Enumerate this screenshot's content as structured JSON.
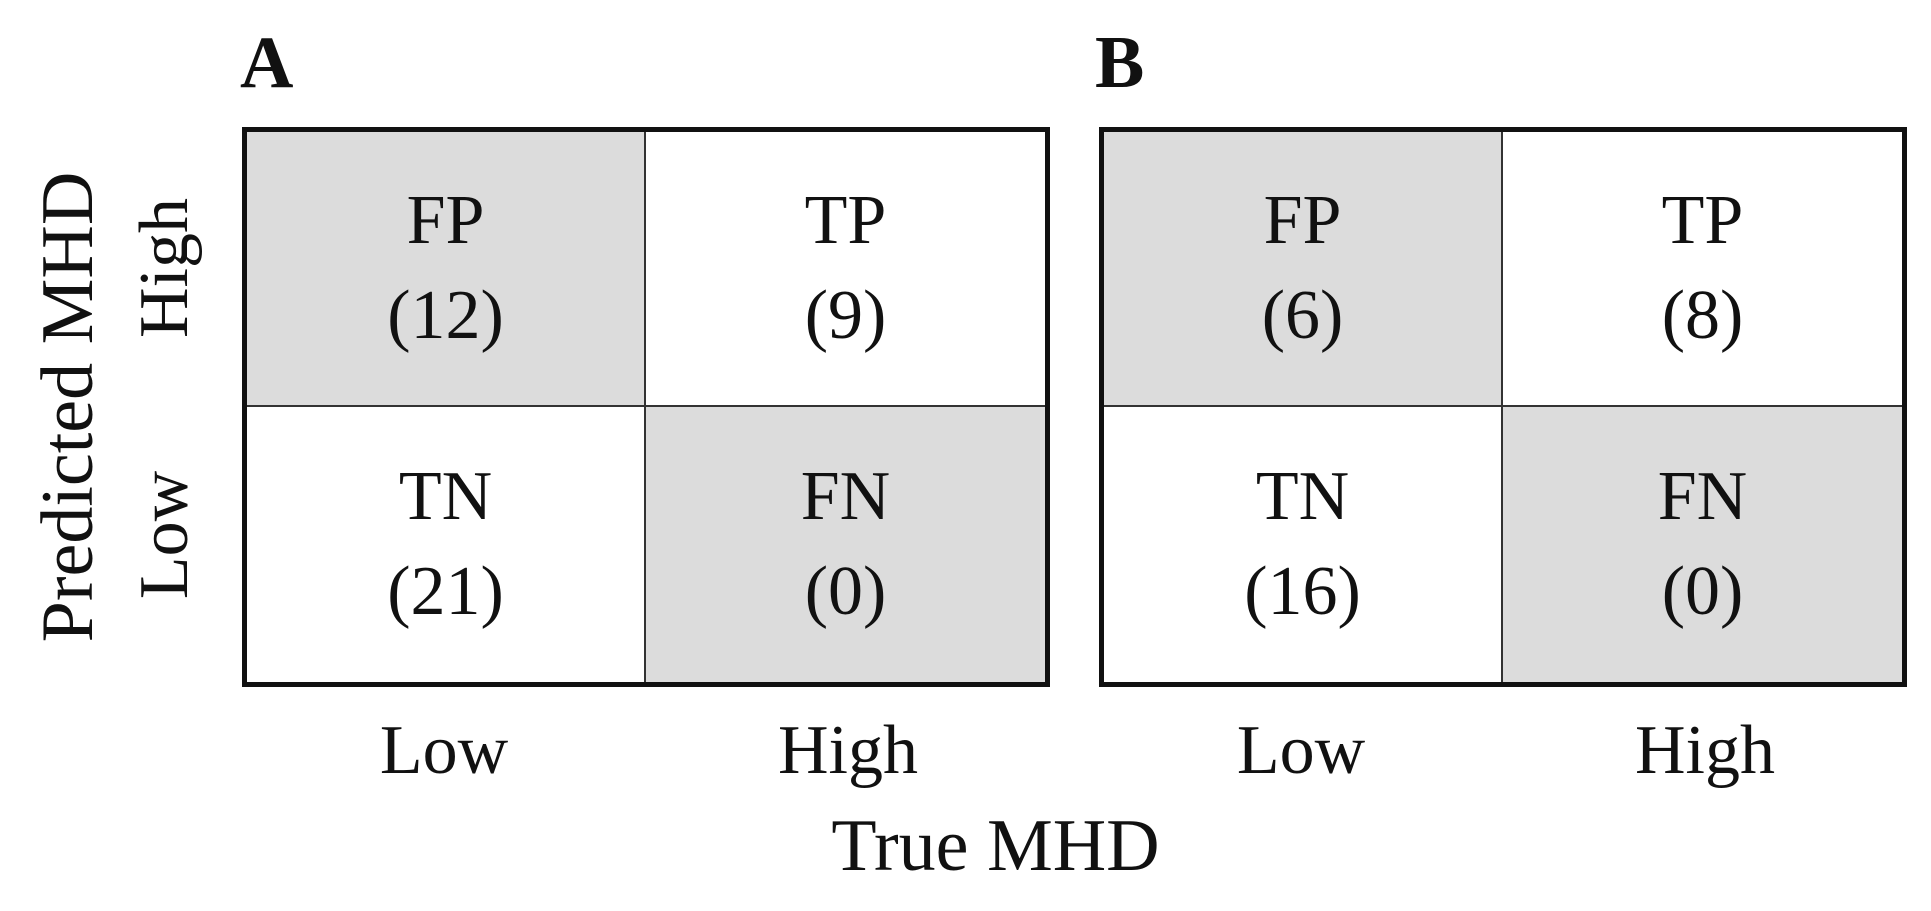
{
  "chart_data": [
    {
      "type": "table",
      "panel": "A",
      "xlabel": "True MHD",
      "ylabel": "Predicted MHD",
      "x_categories": [
        "Low",
        "High"
      ],
      "y_categories": [
        "High",
        "Low"
      ],
      "cells": [
        [
          {
            "label": "FP",
            "count": "(12)",
            "shaded": true
          },
          {
            "label": "TP",
            "count": "(9)",
            "shaded": false
          }
        ],
        [
          {
            "label": "TN",
            "count": "(21)",
            "shaded": false
          },
          {
            "label": "FN",
            "count": "(0)",
            "shaded": true
          }
        ]
      ]
    },
    {
      "type": "table",
      "panel": "B",
      "xlabel": "True MHD",
      "ylabel": "Predicted MHD",
      "x_categories": [
        "Low",
        "High"
      ],
      "y_categories": [
        "High",
        "Low"
      ],
      "cells": [
        [
          {
            "label": "FP",
            "count": "(6)",
            "shaded": true
          },
          {
            "label": "TP",
            "count": "(8)",
            "shaded": false
          }
        ],
        [
          {
            "label": "TN",
            "count": "(16)",
            "shaded": false
          },
          {
            "label": "FN",
            "count": "(0)",
            "shaded": true
          }
        ]
      ]
    }
  ],
  "colors": {
    "shaded_cell": "#dcdcdc",
    "plain_cell": "#ffffff",
    "border": "#111111"
  }
}
